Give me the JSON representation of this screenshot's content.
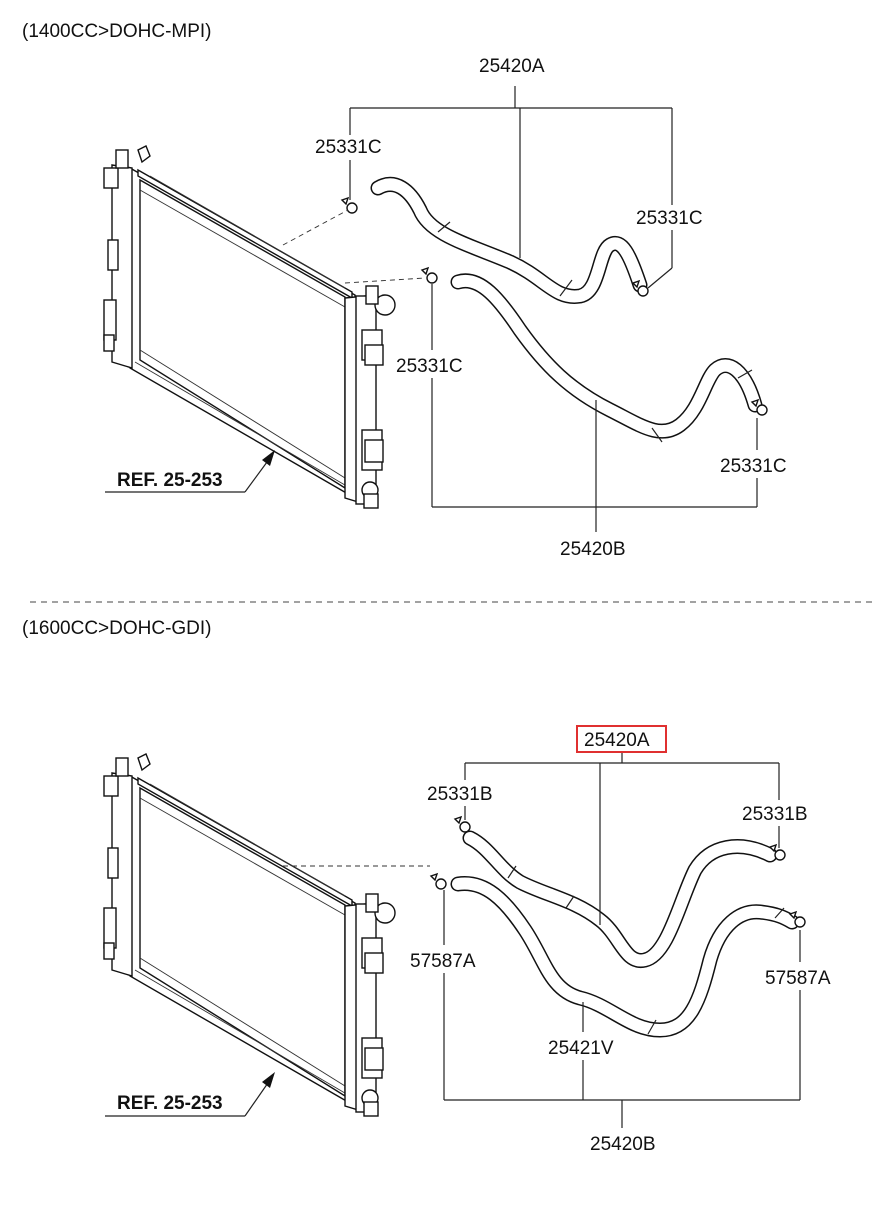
{
  "sections": [
    {
      "title": "(1400CC>DOHC-MPI)",
      "labels": {
        "hose_a": "25420A",
        "clamp_top_left": "25331C",
        "clamp_top_right": "25331C",
        "clamp_mid_left": "25331C",
        "clamp_mid_right": "25331C",
        "hose_b": "25420B",
        "ref": "REF. 25-253"
      }
    },
    {
      "title": "(1600CC>DOHC-GDI)",
      "labels": {
        "hose_a": "25420A",
        "clamp_top_left": "25331B",
        "clamp_top_right": "25331B",
        "clamp_lower_left": "57587A",
        "clamp_lower_right": "57587A",
        "hose_v": "25421V",
        "hose_b": "25420B",
        "ref": "REF. 25-253"
      }
    }
  ],
  "highlight": {
    "label": "25420A",
    "color": "#e03030"
  }
}
